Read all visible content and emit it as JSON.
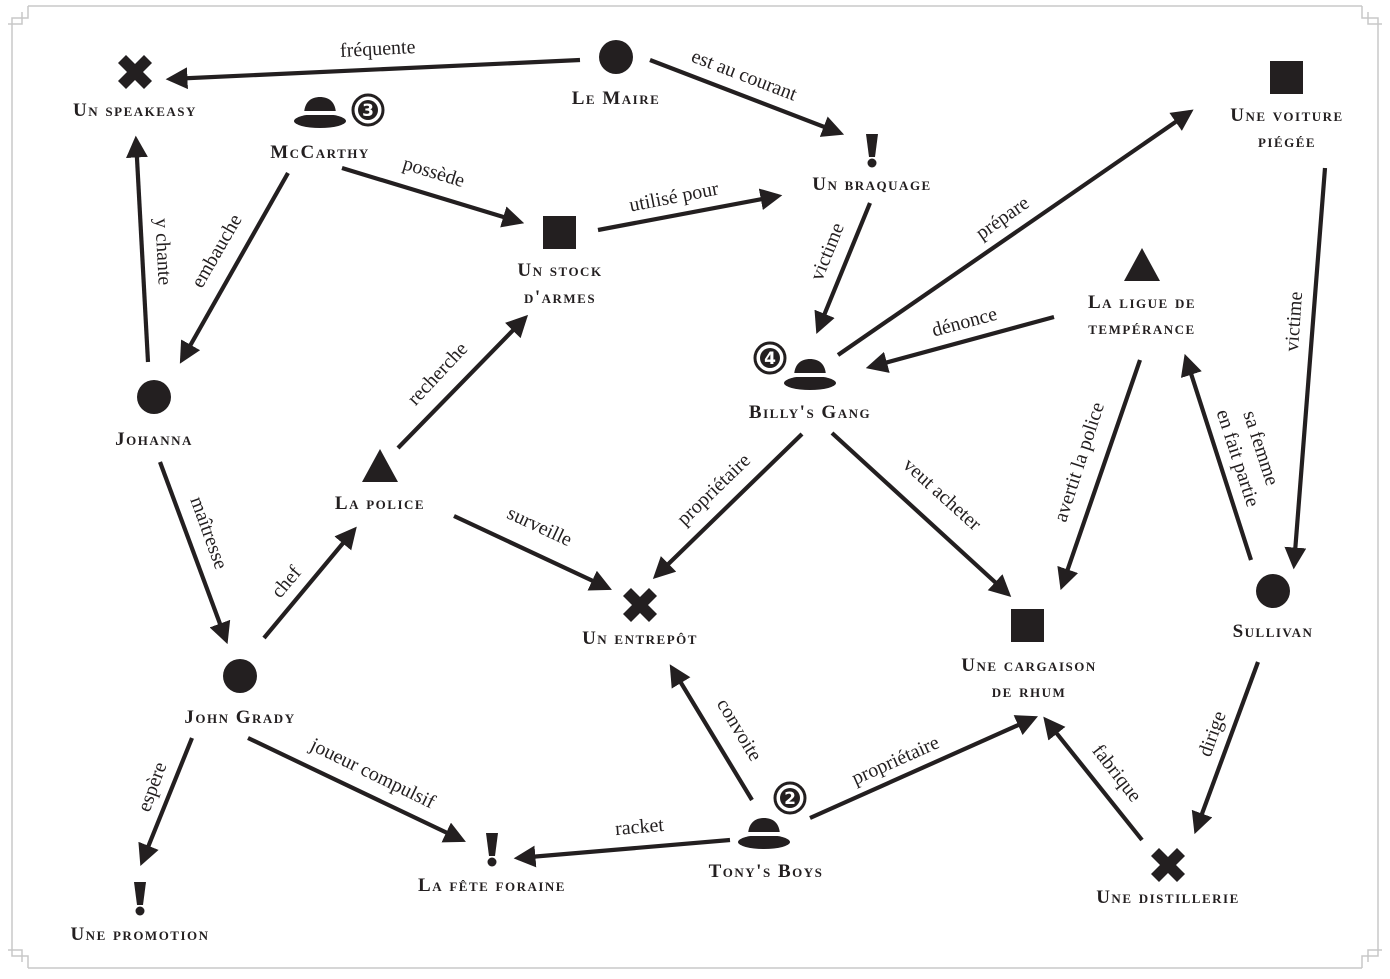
{
  "nodes": {
    "speakeasy": {
      "label": "Un speakeasy",
      "symbol": "cross"
    },
    "maire": {
      "label": "Le Maire",
      "symbol": "circle"
    },
    "mccarthy": {
      "label": "McCarthy",
      "symbol": "hat",
      "badge": "3"
    },
    "stock": {
      "label_1": "Un stock",
      "label_2": "d'armes",
      "symbol": "square"
    },
    "braquage": {
      "label": "Un braquage",
      "symbol": "exclamation"
    },
    "voiture": {
      "label_1": "Une voiture",
      "label_2": "piégée",
      "symbol": "square"
    },
    "ligue": {
      "label_1": "La ligue de",
      "label_2": "tempérance",
      "symbol": "triangle"
    },
    "billy": {
      "label": "Billy's Gang",
      "symbol": "hat",
      "badge": "4"
    },
    "johanna": {
      "label": "Johanna",
      "symbol": "circle"
    },
    "police": {
      "label": "La police",
      "symbol": "triangle"
    },
    "entrepot": {
      "label": "Un entrepôt",
      "symbol": "cross"
    },
    "cargaison": {
      "label_1": "Une cargaison",
      "label_2": "de rhum",
      "symbol": "square"
    },
    "sullivan": {
      "label": "Sullivan",
      "symbol": "circle"
    },
    "grady": {
      "label": "John Grady",
      "symbol": "circle"
    },
    "tony": {
      "label": "Tony's Boys",
      "symbol": "hat",
      "badge": "2"
    },
    "foraine": {
      "label": "La fête foraine",
      "symbol": "exclamation"
    },
    "promotion": {
      "label": "Une promotion",
      "symbol": "exclamation"
    },
    "distillerie": {
      "label": "Une distillerie",
      "symbol": "cross"
    }
  },
  "edges": {
    "frequente": "fréquente",
    "est_au_courant": "est au courant",
    "possede": "possède",
    "utilise_pour": "utilisé pour",
    "prepare": "prépare",
    "victime_braquage": "victime",
    "y_chante": "y chante",
    "embauche": "embauche",
    "denonce": "dénonce",
    "victime_voiture": "victime",
    "recherche": "recherche",
    "maitresse": "maîtresse",
    "chef": "chef",
    "surveille": "surveille",
    "proprietaire_billy": "propriétaire",
    "veut_acheter": "veut acheter",
    "avertit_police": "avertit la police",
    "sa_femme_1": "sa femme",
    "sa_femme_2": "en fait partie",
    "joueur_compulsif": "joueur compulsif",
    "espere": "espère",
    "convoite": "convoite",
    "proprietaire_tony": "propriétaire",
    "racket": "racket",
    "fabrique": "fabrique",
    "dirige": "dirige"
  }
}
